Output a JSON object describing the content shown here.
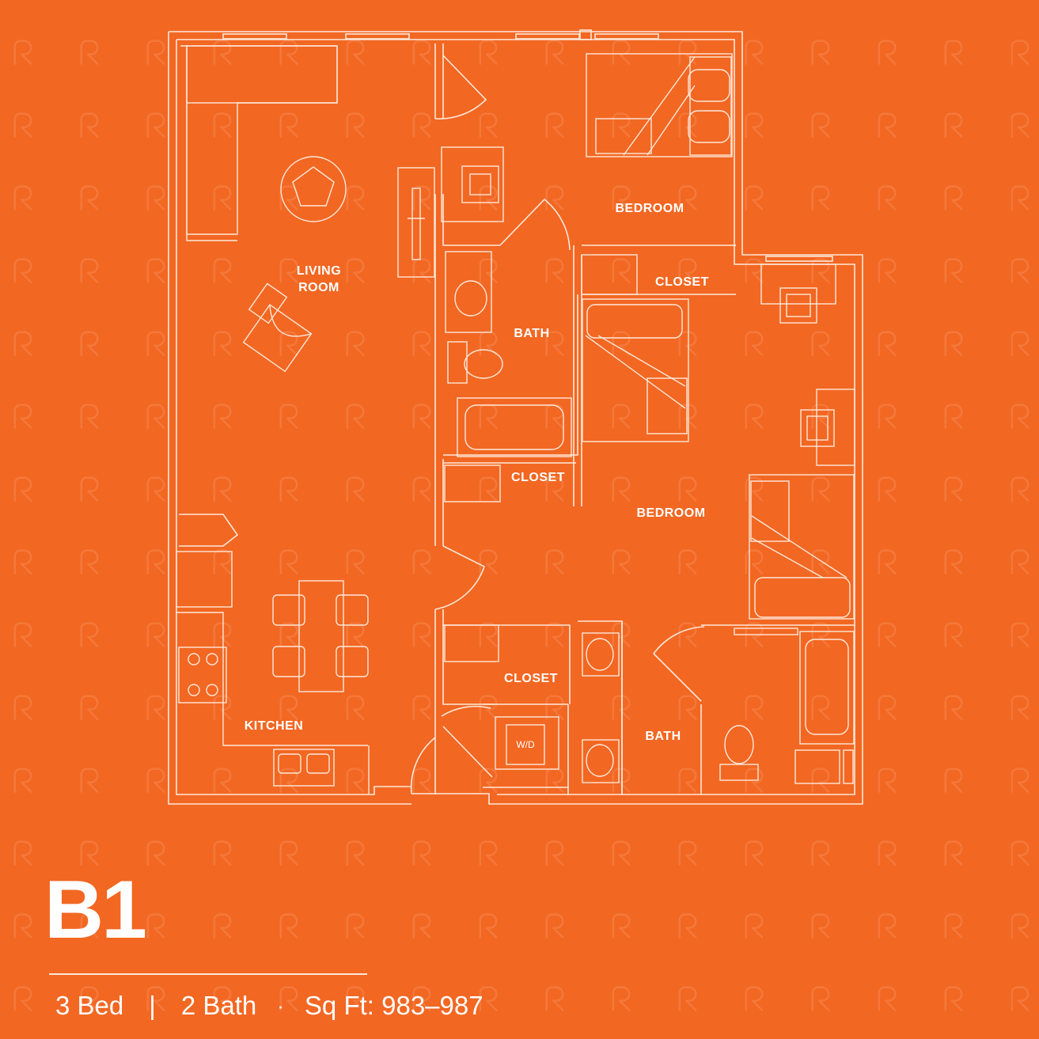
{
  "unit": {
    "name": "B1",
    "beds": "3 Bed",
    "baths": "2 Bath",
    "sqft": "Sq Ft: 983–987",
    "separator": "|",
    "dot": "·"
  },
  "rooms": {
    "living_line1": "LIVING",
    "living_line2": "ROOM",
    "kitchen": "KITCHEN",
    "bedroom_top": "BEDROOM",
    "bedroom_right": "BEDROOM",
    "closet_top": "CLOSET",
    "closet_mid": "CLOSET",
    "closet_bottom": "CLOSET",
    "bath_top": "BATH",
    "bath_bottom": "BATH",
    "washer_dryer": "W/D"
  },
  "colors": {
    "background": "#F26722",
    "line": "#FFE8DA",
    "text": "#FFFFFF",
    "watermark": "#F47A3D"
  },
  "icons": {
    "watermark": "r-logo-icon"
  }
}
